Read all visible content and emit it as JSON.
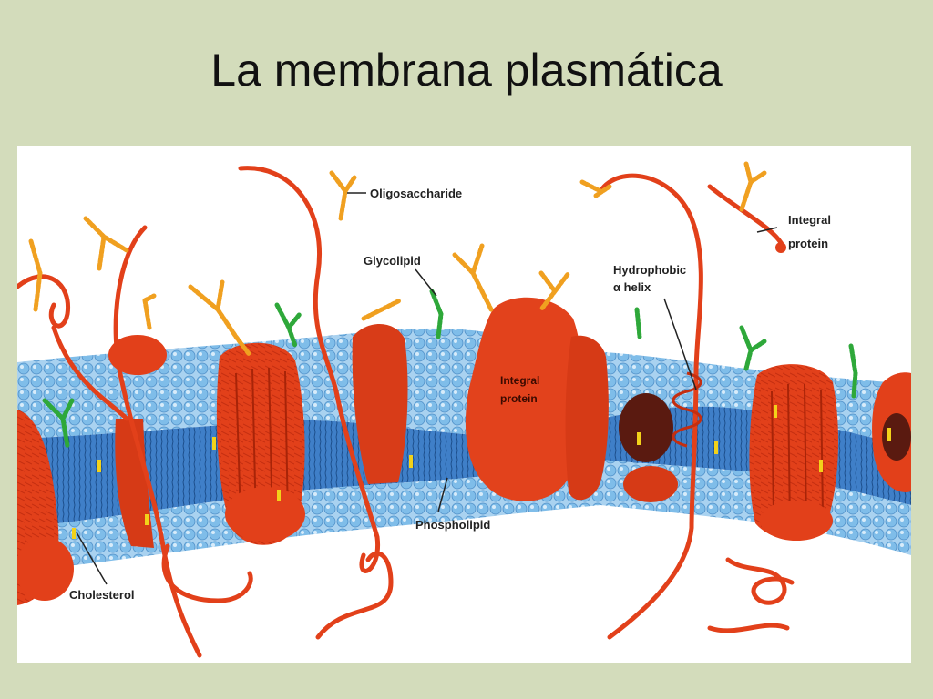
{
  "slide": {
    "title": "La membrana plasmática"
  },
  "diagram": {
    "labels": {
      "oligosaccharide": "Oligosaccharide",
      "glycolipid": "Glycolipid",
      "hydrophobic_line1": "Hydrophobic",
      "hydrophobic_line2": "α helix",
      "integral_protein_right_line1": "Integral",
      "integral_protein_right_line2": "protein",
      "integral_protein_center_line1": "Integral",
      "integral_protein_center_line2": "protein",
      "phospholipid": "Phospholipid",
      "cholesterol": "Cholesterol"
    },
    "colors": {
      "protein": "#e8441c",
      "protein_dark": "#b8280c",
      "lipid_head": "#8cc4ec",
      "lipid_tail": "#3b78c4",
      "sugar": "#f0a020",
      "glyco_sugar": "#2ea83a",
      "cholesterol": "#f2d21a"
    }
  }
}
